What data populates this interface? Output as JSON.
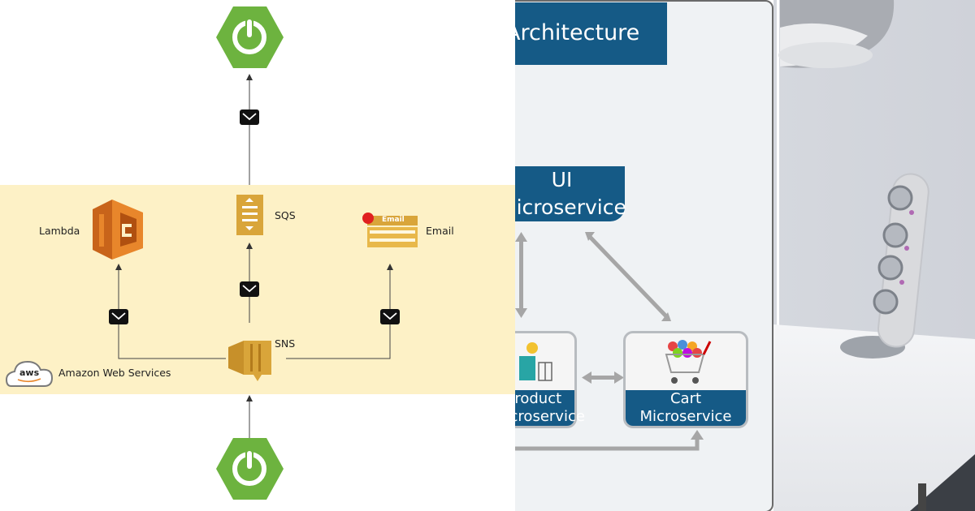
{
  "aws_panel": {
    "lambda_label": "Lambda",
    "sqs_label": "SQS",
    "email_label": "Email",
    "email_icon_text": "Email",
    "sns_label": "SNS",
    "aws_badge_text": "aws",
    "aws_caption": "Amazon Web Services",
    "colors": {
      "band": "#fdf1c6",
      "spring_green": "#6db33f",
      "aws_orange": "#e8862b",
      "aws_gold": "#d9a53a"
    }
  },
  "microservices_panel": {
    "title": "Architecture",
    "ui_line1": "UI",
    "ui_line2": "Microservice",
    "product_line1": "Product",
    "product_line2": "Microservice",
    "cart_line1": "Cart",
    "cart_line2": "Microservice",
    "colors": {
      "box_blue": "#155a86",
      "arrow_gray": "#a6a6a6"
    }
  },
  "photo_panel": {
    "description_icon": "lamp-and-power-strip-photo"
  }
}
